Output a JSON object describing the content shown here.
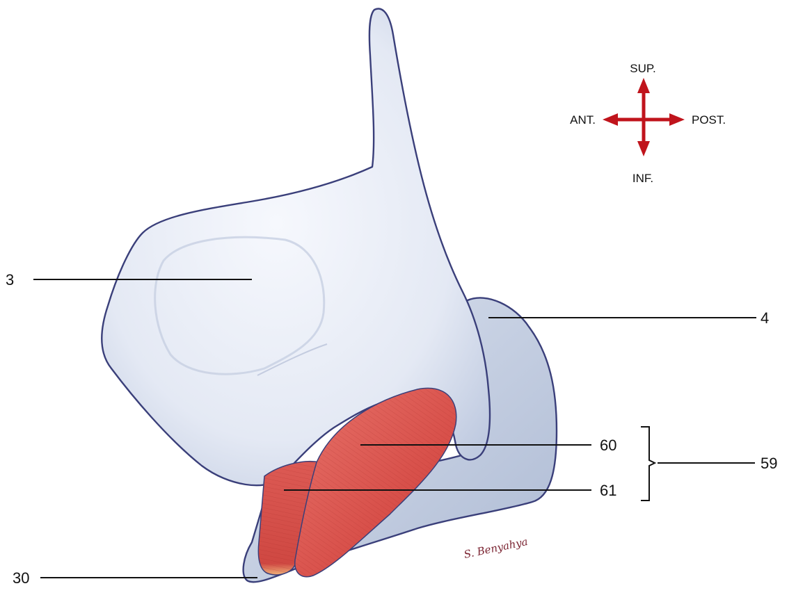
{
  "compass": {
    "superior": "SUP.",
    "anterior": "ANT.",
    "posterior": "POST.",
    "inferior": "INF.",
    "arrow_color": "#c0141c"
  },
  "labels": {
    "l3": "3",
    "l4": "4",
    "l30": "30",
    "l59": "59",
    "l60": "60",
    "l61": "61"
  },
  "signature": "S. Benyahya",
  "colors": {
    "bone_fill": "#e8ecf6",
    "bone_shadow": "#b9c4dc",
    "outline": "#3a3f7a",
    "muscle": "#d9534f",
    "muscle_dark": "#b5302e",
    "signature_ink": "#7a2230"
  }
}
